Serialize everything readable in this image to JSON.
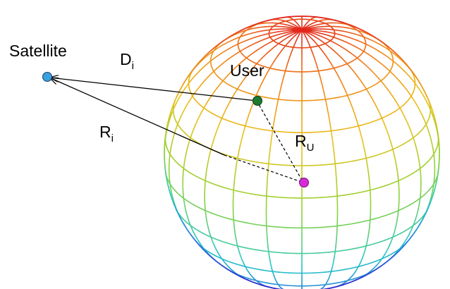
{
  "labels": {
    "satellite": "Satellite",
    "user": "User",
    "d_main": "D",
    "d_sub": "i",
    "r_main": "R",
    "r_sub": "i",
    "ru_main": "R",
    "ru_sub": "U"
  },
  "colors": {
    "satellite_point": "#3aa0de",
    "user_point": "#1f7a2e",
    "earth_center_point": "#d62ad6",
    "arrow_line": "#000000",
    "sphere_gradient": [
      "#e0201c",
      "#f07a1c",
      "#eac21c",
      "#8fd43a",
      "#28c8c8",
      "#2a72e0",
      "#2a1ec8"
    ]
  },
  "sphere": {
    "latitude_bands": 13,
    "longitude_lines": 24
  }
}
